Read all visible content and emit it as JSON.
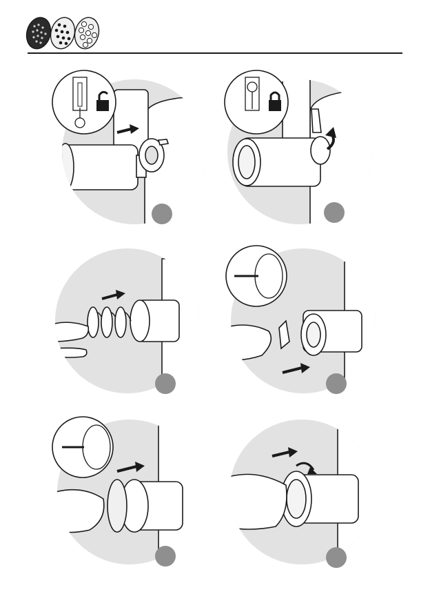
{
  "page": {
    "theme_color": "#8f8f8f",
    "ink_color": "#1a1a1a",
    "bg_fill": "#e2e2e2"
  },
  "header": {
    "discs": [
      "fine-disc-icon",
      "medium-disc-icon",
      "coarse-disc-icon"
    ]
  },
  "steps": [
    {
      "id": 1,
      "action": "attach-housing",
      "lock_state": "unlocked"
    },
    {
      "id": 2,
      "action": "rotate-lock",
      "lock_state": "locked"
    },
    {
      "id": 3,
      "action": "insert-auger"
    },
    {
      "id": 4,
      "action": "insert-cutter"
    },
    {
      "id": 5,
      "action": "insert-disc"
    },
    {
      "id": 6,
      "action": "screw-ring"
    }
  ]
}
